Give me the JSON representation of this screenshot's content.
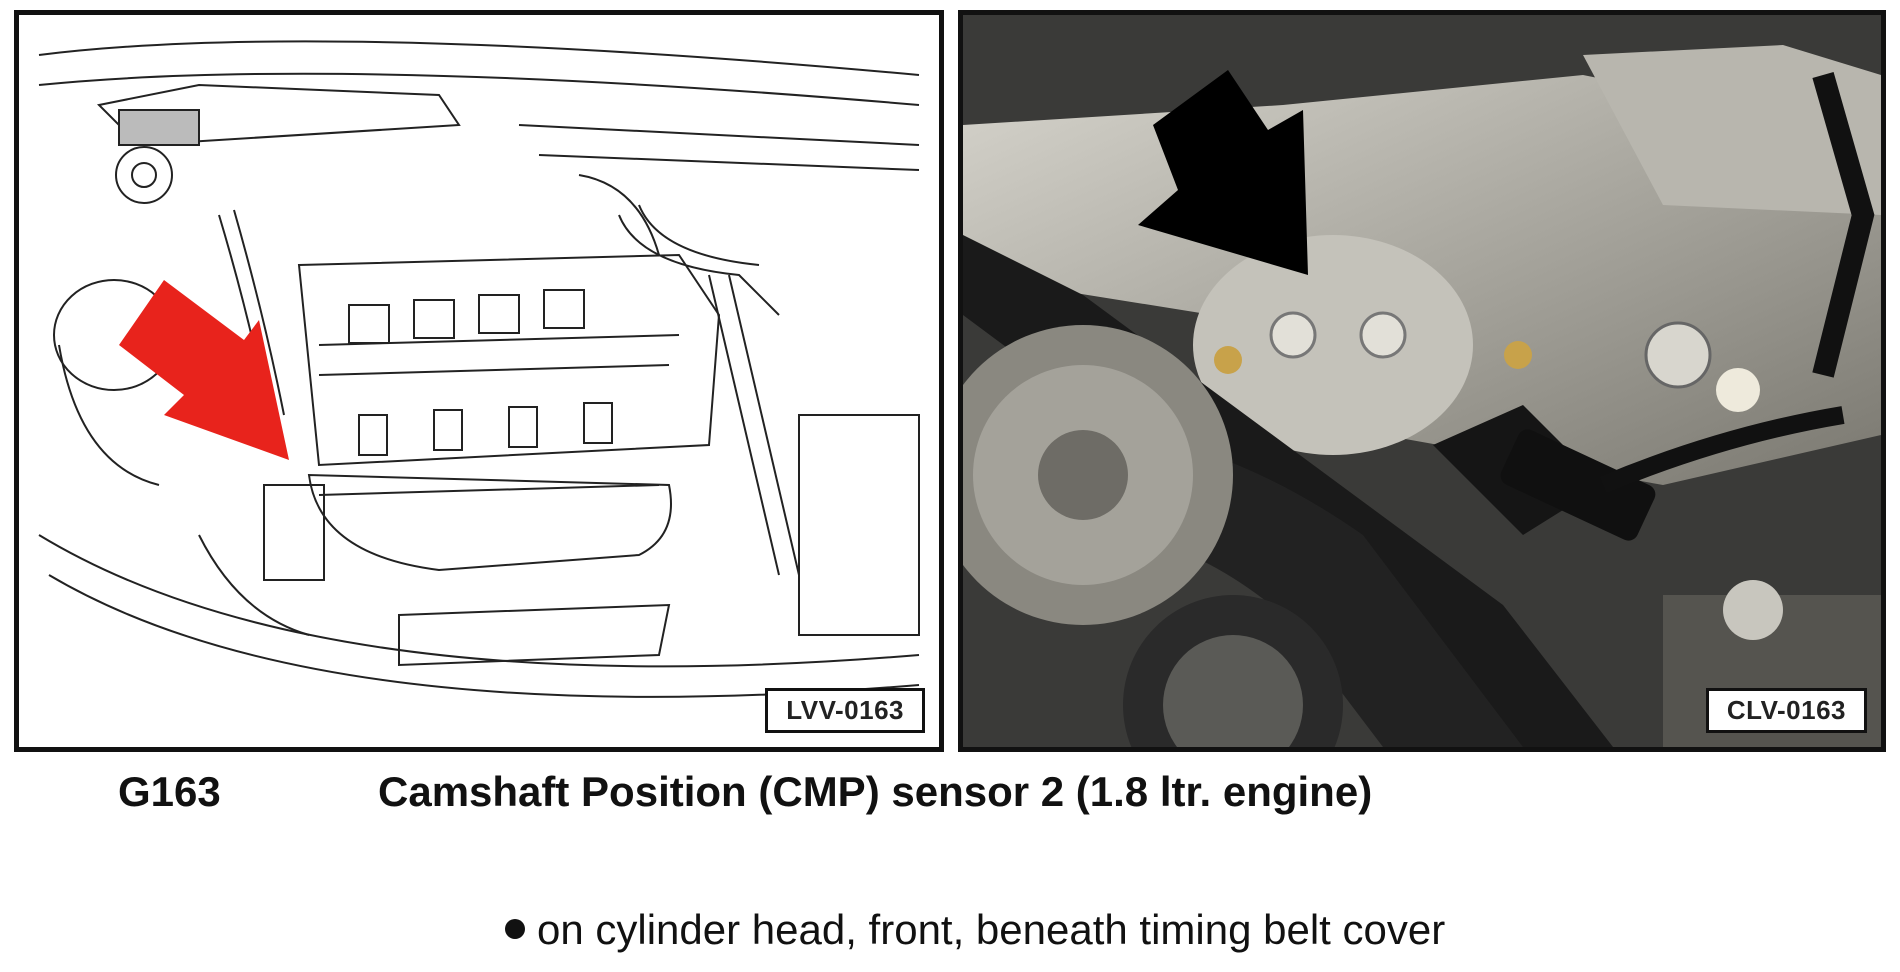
{
  "figure_left": {
    "ref_code": "LVV-0163",
    "arrow_color": "#e8231c",
    "kind": "line drawing of engine compartment"
  },
  "figure_right": {
    "ref_code": "CLV-0163",
    "arrow_color": "#000000",
    "kind": "photograph of timing belt area"
  },
  "caption": {
    "code": "G163",
    "name": "Camshaft Position (CMP) sensor 2 (1.8 ltr. engine)"
  },
  "location": {
    "bullet_icon": "bullet-icon",
    "text": "on cylinder head, front, beneath timing belt cover"
  }
}
